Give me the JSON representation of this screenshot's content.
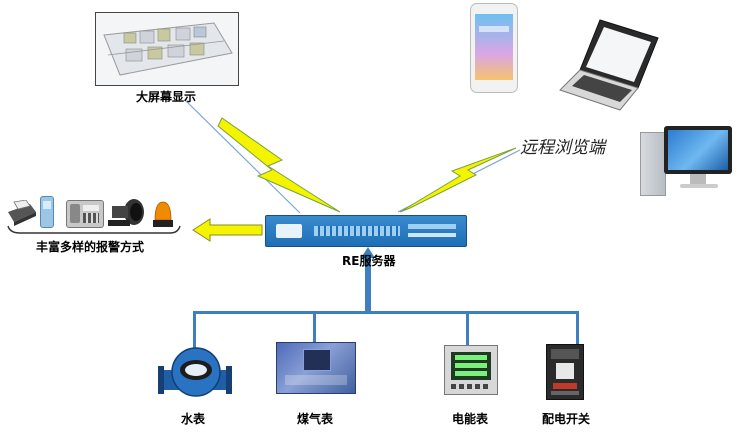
{
  "labels": {
    "big_screen": "大屏幕显示",
    "remote_browser": "远程浏览端",
    "alarm_methods": "丰富多样的报警方式",
    "server": "RE服务器",
    "water_meter": "水表",
    "gas_meter": "煤气表",
    "electric_meter": "电能表",
    "power_switch": "配电开关"
  },
  "colors": {
    "bus_line": "#3f7fc0",
    "bolt_fill": "#f4f400",
    "arrow_fill": "#f4f400",
    "server_blue": "#1f6fb6"
  },
  "icons": {
    "big_screen": "floorplan-screen-icon",
    "phone": "smartphone-icon",
    "laptop": "laptop-icon",
    "desktop": "desktop-monitor-icon",
    "fax": "fax-icon",
    "mobile": "mobile-phone-icon",
    "telephone": "telephone-icon",
    "siren": "siren-speaker-icon",
    "beacon": "alarm-beacon-icon",
    "server": "rack-server-icon",
    "water_meter": "water-meter-icon",
    "gas_meter": "gas-meter-icon",
    "electric_meter": "electric-meter-icon",
    "power_switch": "circuit-breaker-icon"
  }
}
